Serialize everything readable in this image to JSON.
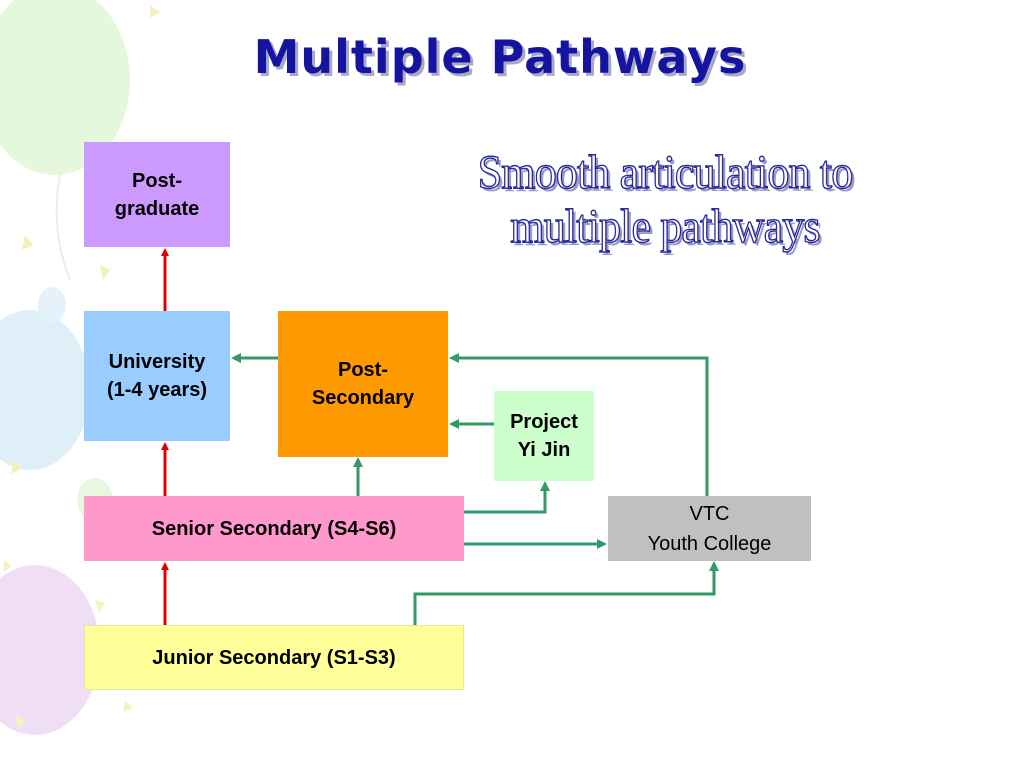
{
  "slide": {
    "title": "Multiple Pathways",
    "subtitle_line1": "Smooth articulation to",
    "subtitle_line2": "multiple pathways"
  },
  "boxes": {
    "postgraduate": {
      "label": "Post-\ngraduate",
      "color": "#cc99ff"
    },
    "university": {
      "label": "University\n(1-4 years)",
      "color": "#99ccff"
    },
    "post_secondary": {
      "label": "Post-\nSecondary",
      "color": "#ff9900"
    },
    "project_yi_jin": {
      "label": "Project\nYi Jin",
      "color": "#ccffcc"
    },
    "senior_secondary": {
      "label": "Senior Secondary (S4-S6)",
      "color": "#ff99cc"
    },
    "vtc": {
      "label": "VTC\nYouth College",
      "color": "#c0c0c0"
    },
    "junior_secondary": {
      "label": "Junior Secondary (S1-S3)",
      "color": "#ffff99"
    }
  },
  "colors": {
    "title": "#1414a0",
    "progression_arrow": "#dd0000",
    "pathway_arrow": "#339966"
  }
}
